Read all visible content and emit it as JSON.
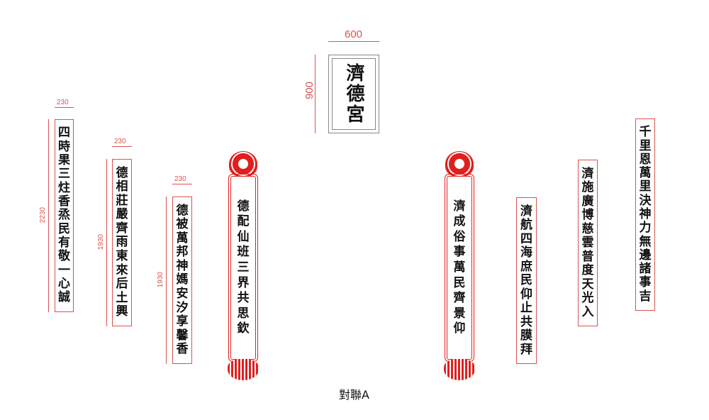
{
  "plaque": {
    "text": "濟德宮",
    "width_label": "600",
    "height_label": "900"
  },
  "panels": [
    {
      "text": "四時果三炷香烝民有敬一心誠",
      "width_label": "230",
      "height_label": "2230"
    },
    {
      "text": "德相莊嚴齊雨東來后土興",
      "width_label": "230",
      "height_label": "1930"
    },
    {
      "text": "德被萬邦神媽安汐享馨香",
      "width_label": "230",
      "height_label": "1930"
    },
    {
      "text": "德配仙班三界共思欽",
      "style": "ornate"
    },
    {
      "text": "濟成俗事萬民齊景仰",
      "style": "ornate"
    },
    {
      "text": "濟航四海庶民仰止共膜拜"
    },
    {
      "text": "濟施廣博慈雲普度天光入"
    },
    {
      "text": "千里恩萬里決神力無邊諸事吉"
    }
  ],
  "caption": "對聯A",
  "colors": {
    "dimension": "#d9534f",
    "ornament": "#e0201e",
    "text": "#111111"
  }
}
